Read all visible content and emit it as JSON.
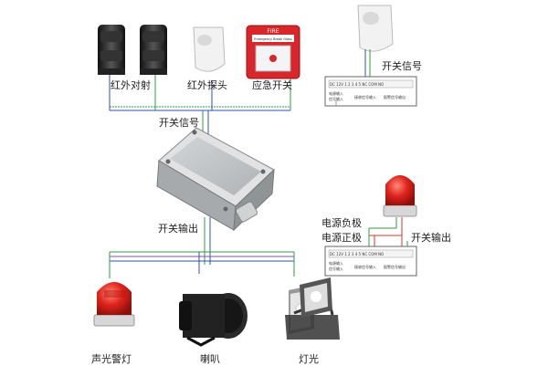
{
  "inputs": {
    "infrared_beam": "红外对射",
    "infrared_probe": "红外探头",
    "emergency_switch": "应急开关",
    "fire_label": "FIRE",
    "fire_subtext": "Emergency Break Glass"
  },
  "wiring": {
    "switch_signal_left": "开关信号",
    "switch_output_left": "开关输出"
  },
  "outputs": {
    "strobe_siren": "声光警灯",
    "horn": "喇叭",
    "light": "灯光"
  },
  "terminal_top": {
    "switch_signal": "开关信号",
    "pins": "DC 12V  1  2  3  4  5  NC  COM  NO",
    "sub_left": "电源输入",
    "sub_mid": "信号输入",
    "sub_mid2": "接收信号输入",
    "sub_right": "报警信号输出"
  },
  "terminal_bottom": {
    "power_negative": "电源负极",
    "power_positive": "电源正极",
    "switch_output": "开关输出",
    "pins": "DC 12V  1  2  3  4  5  NC  COM  NO",
    "sub_left": "电源输入",
    "sub_mid": "信号输入",
    "sub_mid2": "接收信号输入",
    "sub_right": "报警信号输出"
  },
  "colors": {
    "wire_green": "#2e9c4a",
    "wire_blue": "#2f52b8",
    "wire_purple": "#8e4da8",
    "wire_red": "#d23a2a",
    "lamp_red": "#e0241c",
    "fire_red": "#d8262a"
  }
}
